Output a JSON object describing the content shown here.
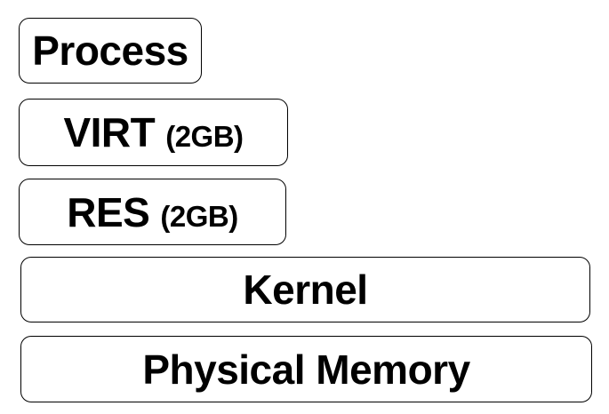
{
  "colors": {
    "background": "#ffffff",
    "box_fill": "#ffffff",
    "box_border": "#000000",
    "text": "#000000"
  },
  "diagram": {
    "boxes": [
      {
        "label": "Process"
      },
      {
        "label": "VIRT",
        "sublabel": "(2GB)"
      },
      {
        "label": "RES",
        "sublabel": "(2GB)"
      },
      {
        "label": "Kernel"
      },
      {
        "label": "Physical Memory"
      }
    ]
  }
}
